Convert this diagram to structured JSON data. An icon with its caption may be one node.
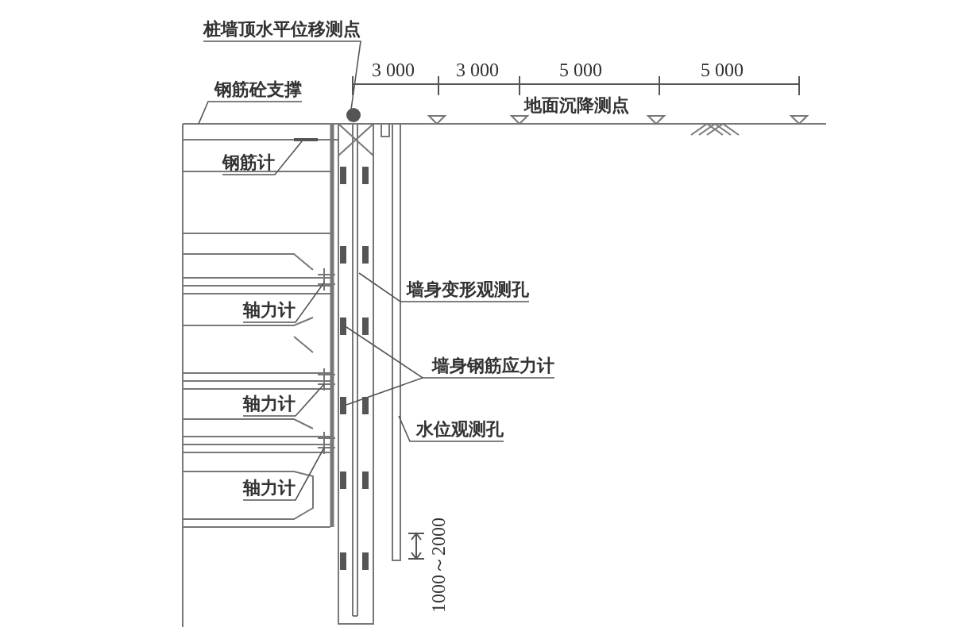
{
  "diagram": {
    "nodes": [
      {
        "text": [
          "桩墙顶水平位移测点"
        ]
      },
      {
        "text": [],
        "shape": "circle"
      },
      {
        "text": [
          "钢筋砼支撑"
        ]
      },
      {
        "text": [
          "钢筋计"
        ]
      },
      {
        "text": [
          "墙身变形观测孔"
        ]
      },
      {
        "text": [
          "轴力计"
        ]
      },
      {
        "text": [
          "墙身钢筋应力计"
        ]
      },
      {
        "text": [
          "轴力计"
        ]
      },
      {
        "text": [
          "水位观测孔"
        ]
      },
      {
        "text": [
          "轴力计"
        ]
      },
      {
        "text": [],
        "shape": "bar"
      },
      {
        "text": [],
        "shape": "bar"
      }
    ],
    "edges": [
      {
        "from": 0,
        "to": 1,
        "arrow": "none"
      },
      {
        "from": 2,
        "to": null,
        "arrow": "none"
      },
      {
        "from": 3,
        "to": null,
        "arrow": "none"
      },
      {
        "from": 4,
        "to": null,
        "arrow": "none"
      },
      {
        "from": 5,
        "to": null,
        "arrow": "none"
      },
      {
        "from": 6,
        "to": 10,
        "arrow": "none"
      },
      {
        "from": 6,
        "to": 11,
        "arrow": "none"
      },
      {
        "from": 7,
        "to": null,
        "arrow": "none"
      },
      {
        "from": 8,
        "to": null,
        "arrow": "none"
      },
      {
        "from": 9,
        "to": null,
        "arrow": "none"
      }
    ],
    "labels": [
      "3 000",
      "3 000",
      "5 000",
      "5 000",
      "地面沉降测点",
      "1000～2000"
    ]
  }
}
